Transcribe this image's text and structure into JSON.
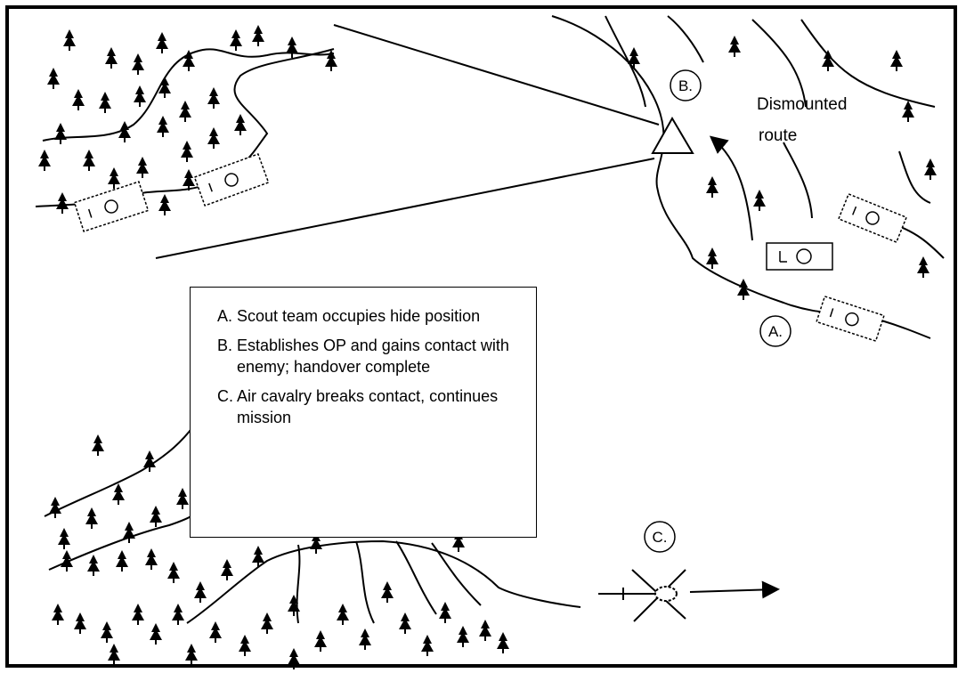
{
  "markers": {
    "a": "A.",
    "b": "B.",
    "c": "C."
  },
  "route_label": {
    "line1": "Dismounted",
    "line2": "route"
  },
  "legend": {
    "items": [
      {
        "key": "A.",
        "text": "Scout team occupies hide position"
      },
      {
        "key": "B.",
        "text": "Establishes OP and gains contact with enemy; handover complete"
      },
      {
        "key": "C.",
        "text": "Air cavalry breaks contact, continues mission"
      }
    ]
  },
  "icons": [
    "tree-icon",
    "vehicle-icon",
    "observation-post-triangle-icon",
    "helicopter-icon",
    "arrow-icon"
  ],
  "colors": {
    "ink": "#000000",
    "background": "#ffffff"
  }
}
